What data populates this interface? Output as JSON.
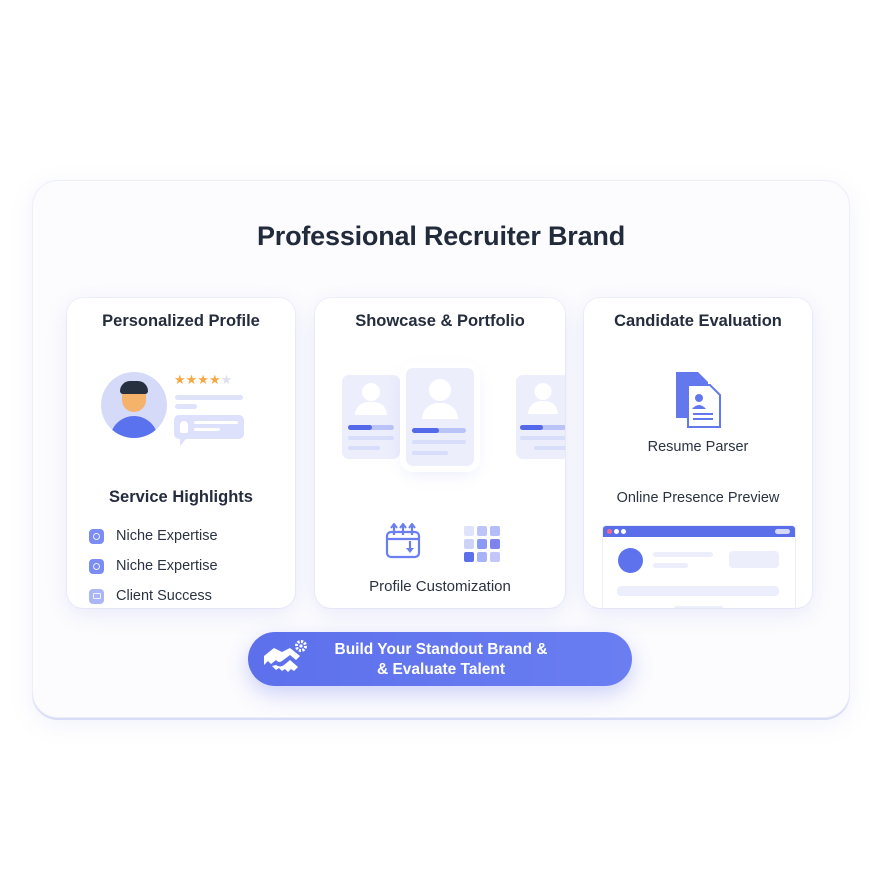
{
  "title": "Professional Recruiter Brand",
  "cards": [
    {
      "title": "Personalized Profile",
      "rating": {
        "stars_full": 4,
        "stars_half": 1,
        "max": 5,
        "glyphs": "★★★★",
        "half_glyph": "★"
      },
      "subheading": "Service Highlights",
      "services": [
        {
          "label": "Niche Expertise",
          "icon": "target-icon"
        },
        {
          "label": "Niche Expertise",
          "icon": "shield-icon"
        },
        {
          "label": "Client Success",
          "icon": "message-icon"
        }
      ]
    },
    {
      "title": "Showcase & Portfolio",
      "caption": "Profile Customization",
      "icons": [
        "calendar-upload-icon",
        "color-grid-icon"
      ]
    },
    {
      "title": "Candidate Evaluation",
      "resume_label": "Resume Parser",
      "preview_label": "Online Presence Preview"
    }
  ],
  "cta": {
    "line1": "Build Your Standout Brand &",
    "line2": "& Evaluate Talent",
    "icon": "handshake-gear-icon"
  },
  "colors": {
    "accent": "#5d70ec",
    "star": "#f5a742",
    "text_dark": "#222b3c",
    "card_bg": "#ffffff",
    "tint": "#eceefc"
  }
}
